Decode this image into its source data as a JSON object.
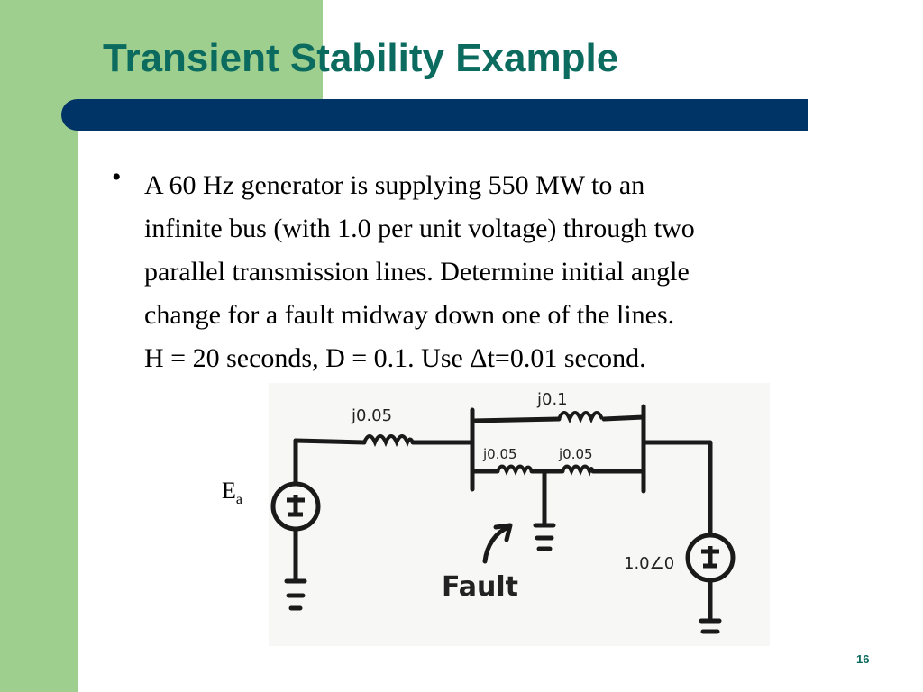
{
  "slide": {
    "title": "Transient Stability Example",
    "page_number": "16"
  },
  "bullet": {
    "lines": [
      "A 60 Hz generator is supplying 550 MW to an",
      "infinite bus (with 1.0 per unit voltage) through two",
      "parallel transmission lines.  Determine initial angle",
      "change for a fault midway down one of the lines.",
      "H = 20 seconds, D = 0.1.  Use Δt=0.01 second."
    ]
  },
  "circuit": {
    "ea_main": "E",
    "ea_sub": "a",
    "gen_impedance": "j0.05",
    "line_top_impedance": "j0.1",
    "line_left_impedance": "j0.05",
    "line_right_impedance": "j0.05",
    "fault_label": "Fault",
    "infinite_bus_voltage": "1.0∠0"
  },
  "colors": {
    "title": "#0a6b5e",
    "title_bar": "#003366",
    "side_panel": "#9fcf8f"
  }
}
